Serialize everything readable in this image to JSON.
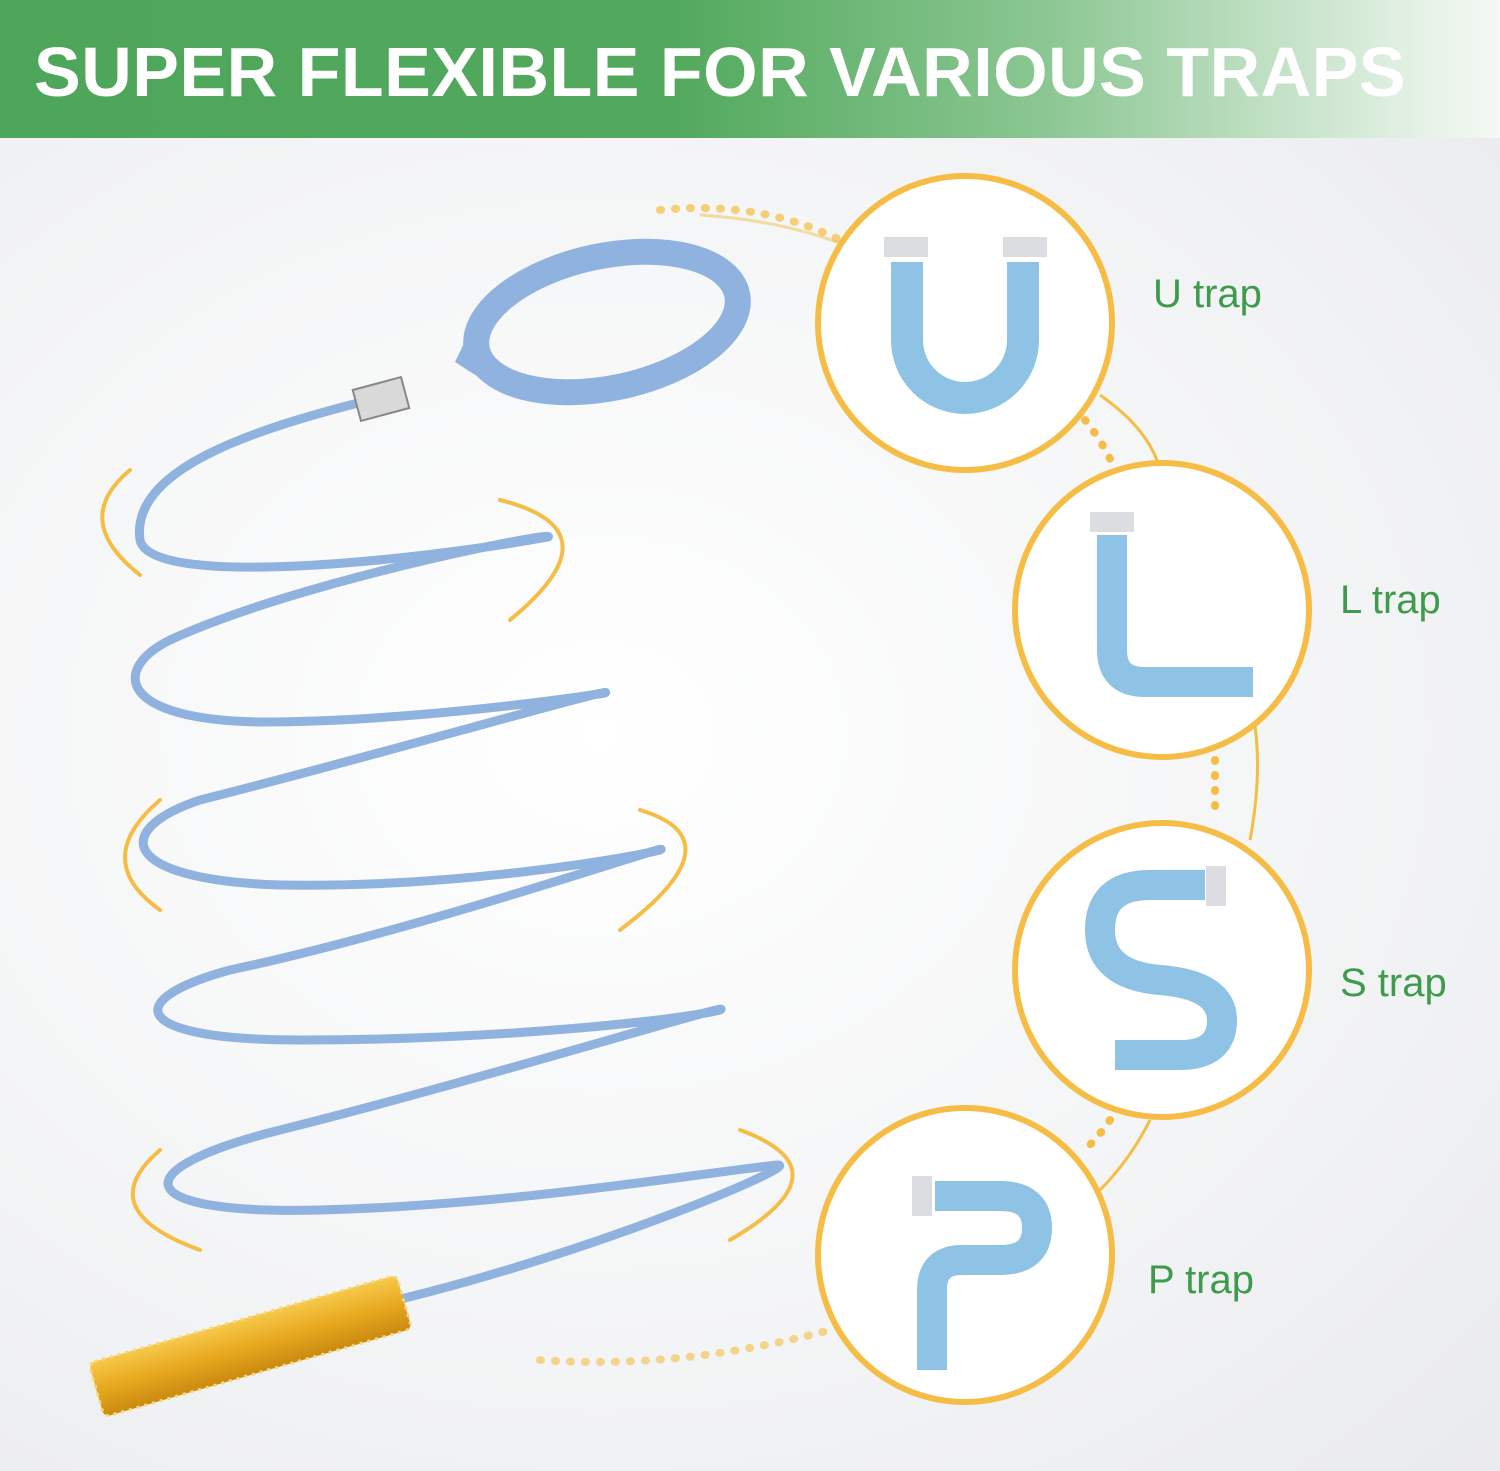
{
  "header": {
    "title": "SUPER FLEXIBLE FOR VARIOUS TRAPS"
  },
  "traps": [
    {
      "shape": "U",
      "label": "U trap"
    },
    {
      "shape": "L",
      "label": "L trap"
    },
    {
      "shape": "S",
      "label": "S trap"
    },
    {
      "shape": "P",
      "label": "P trap"
    }
  ],
  "colors": {
    "header_green": "#4ea65a",
    "label_green": "#3e9a4c",
    "ring_yellow": "#f5bd45",
    "cable_blue": "#8fb3de",
    "brush_gold": "#e8a820"
  }
}
